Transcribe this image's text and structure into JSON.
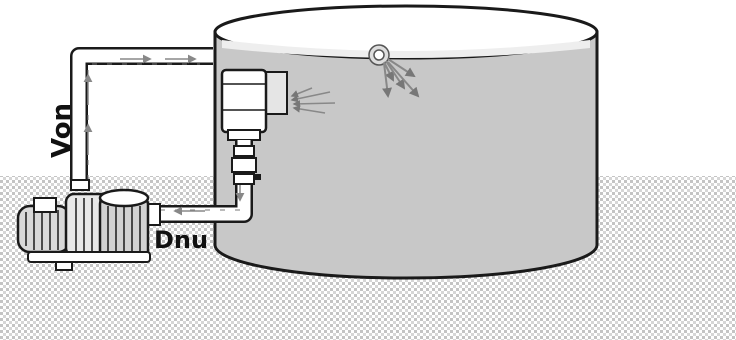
{
  "labels": {
    "outlet": "Von",
    "inlet": "Dnu"
  },
  "colors": {
    "pool_wall": "#c8c8c8",
    "water_surface": "#eeeeee",
    "outline": "#1a1a1a",
    "ground_dots": "#c4c4c4",
    "pipe": "#ffffff",
    "flow_arrow": "#888888"
  },
  "icons": [
    "pool-basin",
    "skimmer-icon",
    "return-nozzle-icon",
    "pump-icon",
    "flow-arrow-icon"
  ]
}
